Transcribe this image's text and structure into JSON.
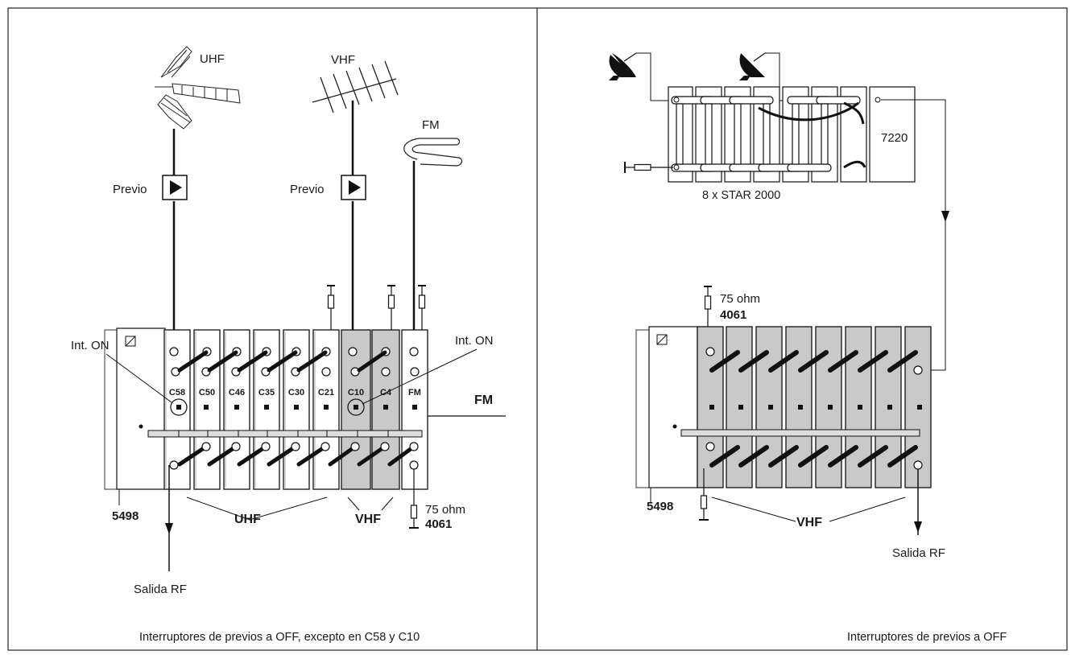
{
  "left_panel": {
    "antennas": {
      "uhf": "UHF",
      "vhf": "VHF",
      "fm": "FM"
    },
    "preamp_uhf": "Previo",
    "preamp_vhf": "Previo",
    "switch_left": "Int. ON",
    "switch_right": "Int. ON",
    "modules": [
      "C58",
      "C50",
      "C46",
      "C35",
      "C30",
      "C21",
      "C10",
      "C4",
      "FM"
    ],
    "fm_output_label": "FM",
    "power_supply_code": "5498",
    "group_uhf": "UHF",
    "group_vhf": "VHF",
    "terminator_value": "75 ohm",
    "terminator_code": "4061",
    "output_label": "Salida RF",
    "footnote": "Interruptores de previos a OFF, excepto en C58 y C10"
  },
  "right_panel": {
    "switch_model": "7220",
    "multiswitch_label": "8 x STAR 2000",
    "terminator_value": "75 ohm",
    "terminator_code": "4061",
    "power_supply_code": "5498",
    "group_vhf": "VHF",
    "output_label": "Salida RF",
    "footnote": "Interruptores de previos a OFF"
  }
}
